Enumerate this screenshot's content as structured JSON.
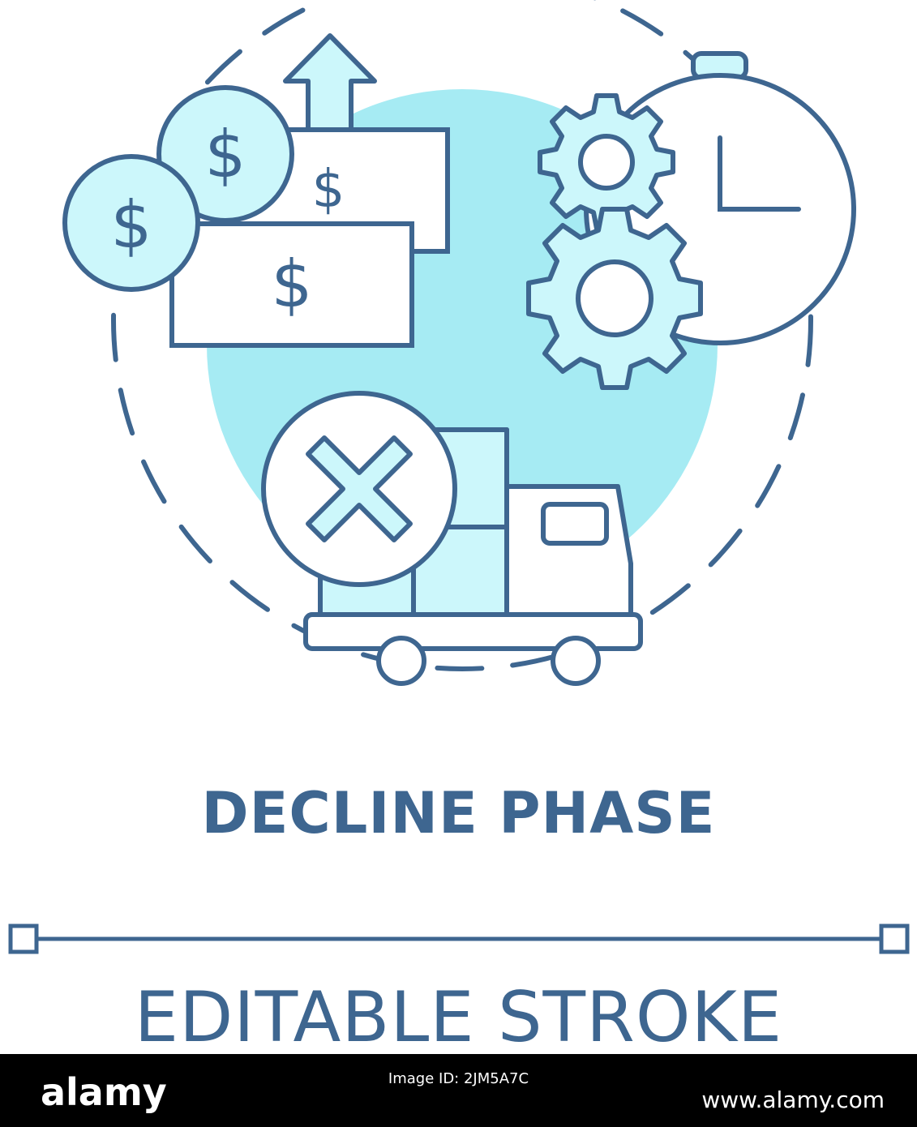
{
  "colors": {
    "stroke": "#3e6690",
    "fill_light": "#ccf7fb",
    "fill_mid": "#a8edf5",
    "bg_circle": "#a6ebf3"
  },
  "icons": [
    "dollar-coin-icon",
    "banknote-icon",
    "arrow-up-icon",
    "gear-icon",
    "clock-icon",
    "cross-circle-icon",
    "truck-icon"
  ],
  "title": "DECLINE PHASE",
  "editable": {
    "label": "EDITABLE STROKE"
  },
  "footer": {
    "logo": "alamy",
    "image_id": "Image ID: 2JM5A7C",
    "url": "www.alamy.com"
  }
}
